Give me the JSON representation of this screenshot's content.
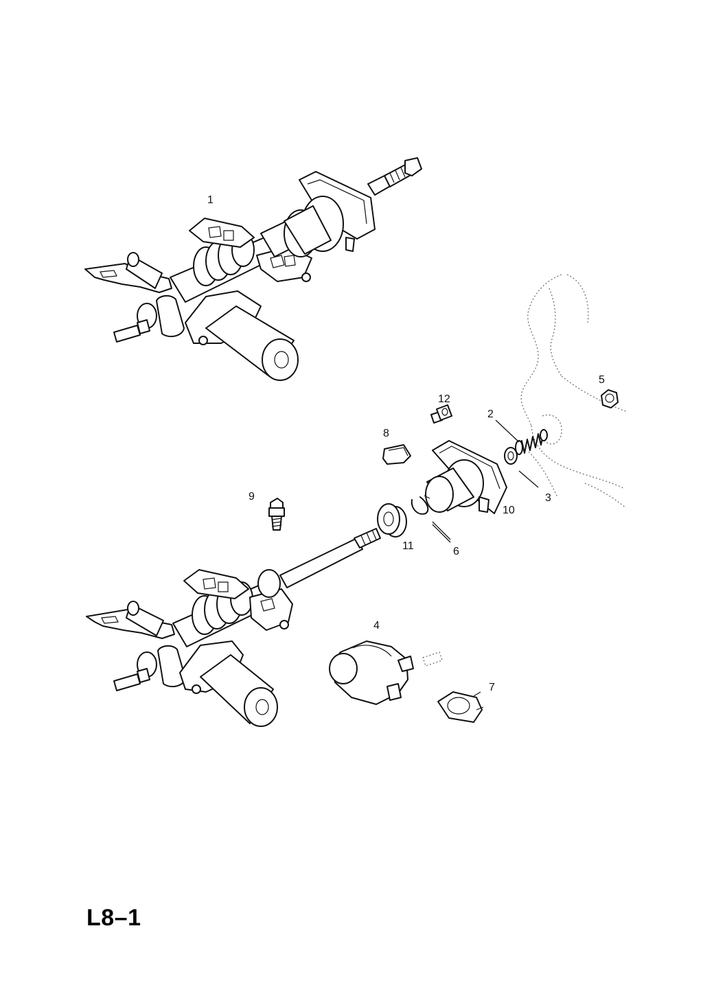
{
  "callouts": {
    "c1": "1",
    "c2": "2",
    "c3": "3",
    "c4": "4",
    "c5": "5",
    "c6": "6",
    "c7": "7",
    "c8": "8",
    "c9": "9",
    "c10": "10",
    "c11": "11",
    "c12": "12"
  },
  "page_code": "L8–1"
}
